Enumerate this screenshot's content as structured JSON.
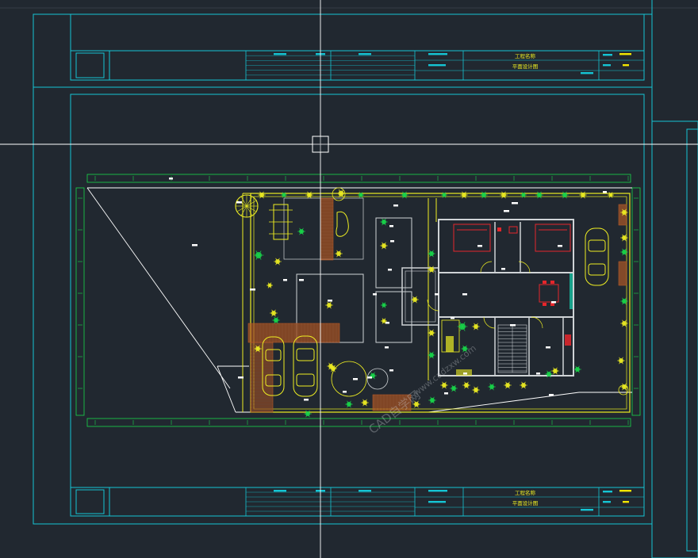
{
  "drawing": {
    "project_name_label": "工程名称",
    "drawing_title_label": "平面设计图",
    "watermark_brand": "CAD自学网",
    "watermark_url": "www.cadzxw.com"
  },
  "colors": {
    "background": "#212830",
    "frame": "#15c5d4",
    "plan": "#eeee22",
    "wall": "#cfd3d6",
    "green": "#18d84a",
    "red": "#e5262b",
    "wood": "#b85a27",
    "white": "#ffffff"
  },
  "icons": {
    "crosshair": "cad-crosshair-cursor",
    "pickbox": "cad-pickbox-cursor",
    "car": "car-icon",
    "plant": "plant-icon",
    "bed": "bed-icon",
    "table": "dining-table-icon"
  }
}
